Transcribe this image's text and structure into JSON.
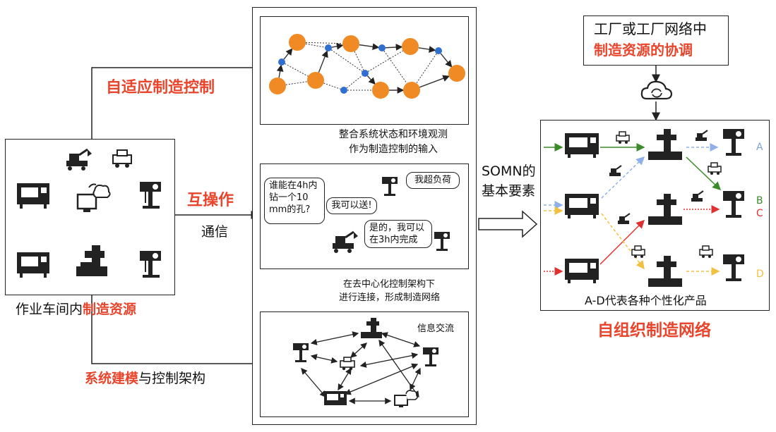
{
  "left_panel": {
    "caption_prefix": "作业车间内",
    "caption_red": "制造资源"
  },
  "labels": {
    "adaptive_control": "自适应制造控制",
    "interop": "互操作",
    "communication": "通信",
    "system_modeling": "系统建模",
    "control_arch": "与控制架构",
    "integrate_line1": "整合系统状态和环境观测",
    "integrate_line2": "作为制造控制的输入",
    "decentral_line1": "在去中心化控制架构下",
    "decentral_line2": "进行连接，形成制造网络",
    "info_exchange": "信息交流",
    "somn_line1": "SOMN的",
    "somn_line2": "基本要素",
    "products": "A-D代表各种个性化产品",
    "self_org": "自组织制造网络",
    "factory_line1": "工厂或工厂网络中",
    "factory_line2": "制造资源的协调"
  },
  "bubbles": {
    "q_line1": "谁能在4h内",
    "q_line2": "钻一个10",
    "q_line3": "mm的孔?",
    "overload": "我超负荷",
    "can_send": "我可以送!",
    "yes_line1": "是的，我可以",
    "yes_line2": "在3h内完成"
  },
  "product_letters": [
    "A",
    "B",
    "C",
    "D"
  ],
  "colors": {
    "red_text": "#e8452c",
    "node_orange": "#f08a24",
    "node_blue": "#2f6fd0",
    "arrow_green": "#3a8a2a",
    "arrow_blue": "#8fb0e8",
    "arrow_red": "#e03030",
    "arrow_yellow": "#f0c040",
    "letter_blue": "#7aa0e0",
    "letter_green": "#3a8a2a",
    "letter_red": "#e03030",
    "letter_yellow": "#f0c040"
  }
}
